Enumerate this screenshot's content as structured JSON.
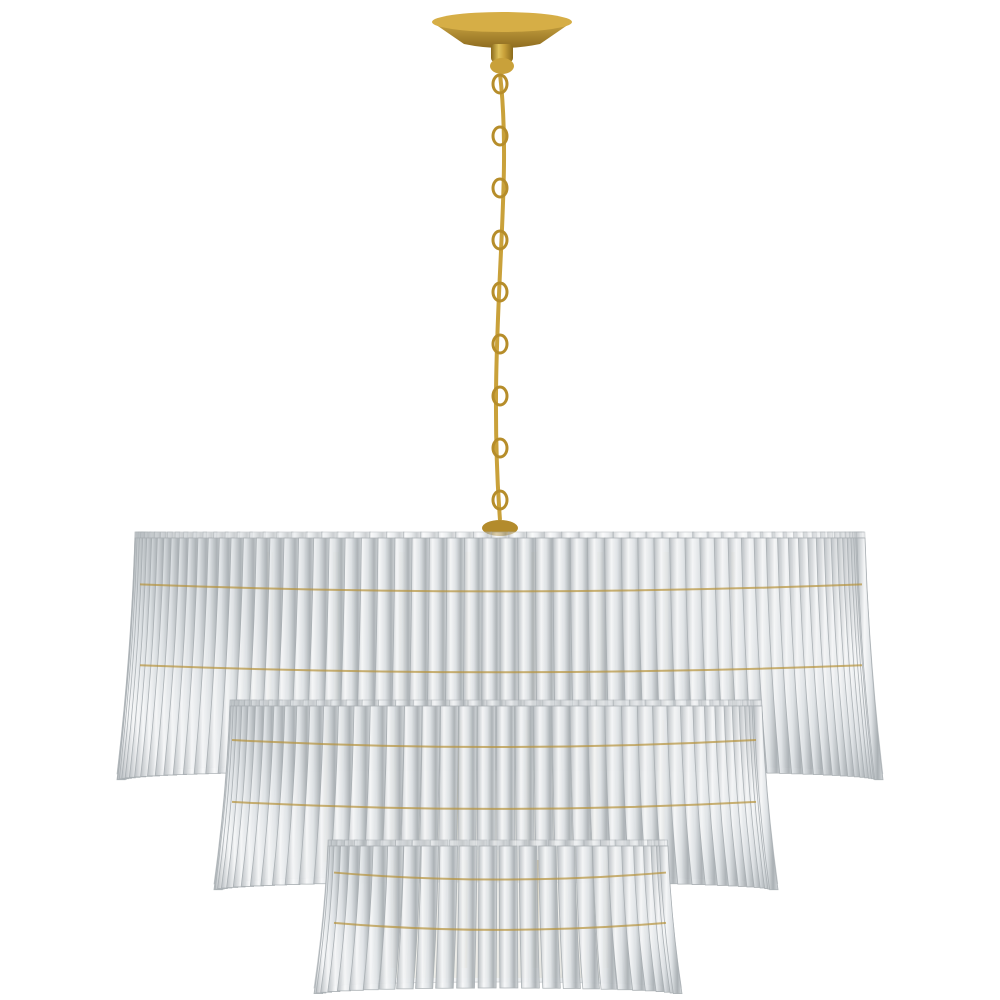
{
  "image": {
    "subject": "chandelier-photo",
    "background_color": "#ffffff"
  },
  "colors": {
    "brass_light": "#e0c25a",
    "brass_mid": "#c9a13a",
    "brass_dark": "#8a6a1c",
    "crystal_edge": "#cfd3d6",
    "crystal_shadow": "#9aa0a4",
    "crystal_highlight": "#f7f8f9"
  },
  "chandelier": {
    "tiers": [
      {
        "name": "top-tier",
        "rod_count": 64
      },
      {
        "name": "middle-tier",
        "rod_count": 44
      },
      {
        "name": "bottom-tier",
        "rod_count": 26
      }
    ],
    "chain_links": 9
  }
}
